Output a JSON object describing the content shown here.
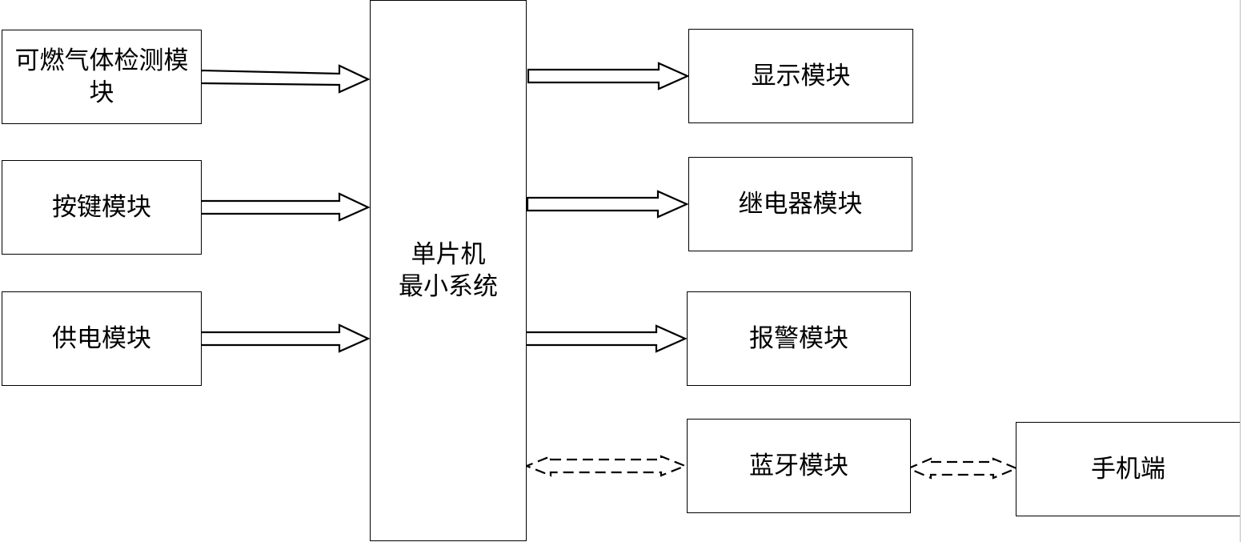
{
  "diagram": {
    "mcu": {
      "line1": "单片机",
      "line2": "最小系统"
    },
    "inputs": {
      "gas": "可燃气体检测模块",
      "keys": "按键模块",
      "power": "供电模块"
    },
    "outputs": {
      "display": "显示模块",
      "relay": "继电器模块",
      "alarm": "报警模块",
      "bluetooth": "蓝牙模块"
    },
    "phone": "手机端"
  }
}
